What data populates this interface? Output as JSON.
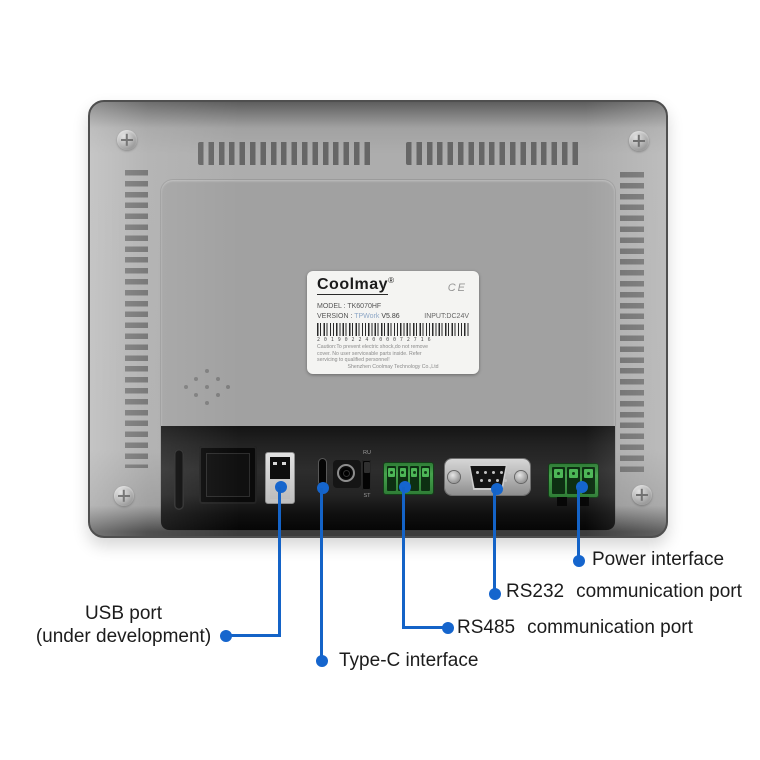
{
  "device": {
    "sticker": {
      "brand": "Coolmay",
      "reg_mark": "®",
      "ce_mark": "CE",
      "model_line": "MODEL : TK6070HF",
      "version_prefix": "VERSION : ",
      "version_software": "TPWork",
      "version_number": "V5.86",
      "input_line": "INPUT:DC24V",
      "barcode_digits": "20190224000072716",
      "caution_line1": "Caution:To prevent electric shock,do not remove",
      "caution_line2": "cover. No user serviceable parts inside. Refer",
      "caution_line3": "servicing to qualified personnel!",
      "company": "Shenzhen Coolmay Technology Co.,Ltd"
    },
    "run_stop_switch": {
      "top": "RU",
      "bottom": "ST"
    }
  },
  "callouts": {
    "usb": {
      "line1": "USB port",
      "line2": "(under development)"
    },
    "typec": {
      "label": "Type-C interface"
    },
    "rs485": {
      "name": "RS485",
      "rest": "communication port"
    },
    "rs232": {
      "name": "RS232",
      "rest": "communication port"
    },
    "power": {
      "label": "Power interface"
    }
  },
  "colors": {
    "callout_blue": "#1463c7",
    "terminal_green": "#3da14b",
    "body_gray": "#a9a9a9",
    "recess_black": "#1c1c1c"
  }
}
